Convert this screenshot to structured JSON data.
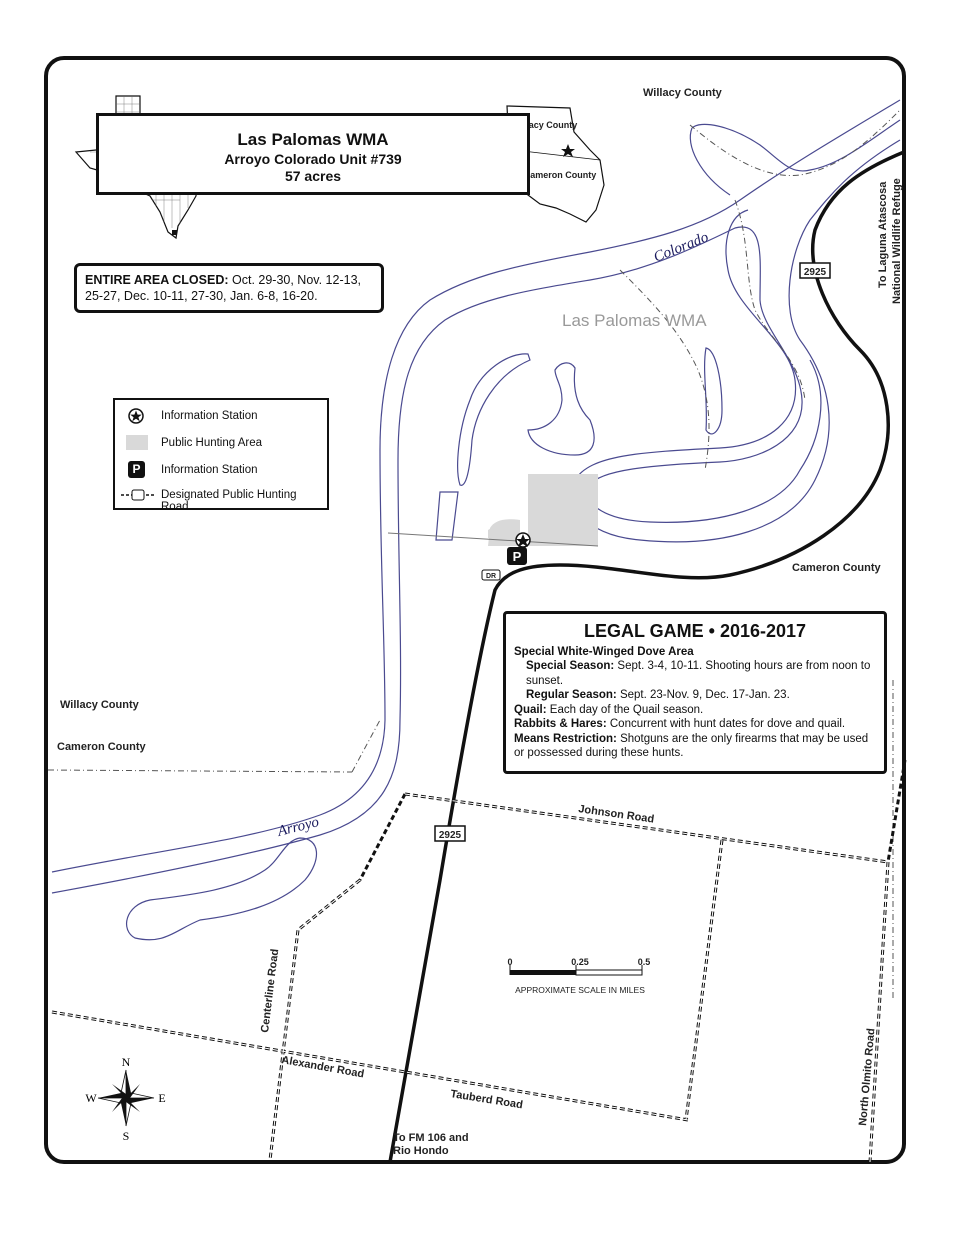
{
  "title": {
    "name": "Las Palomas WMA",
    "unit": "Arroyo Colorado Unit #739",
    "acres": "57 acres"
  },
  "inset": {
    "willacy": "Willacy County",
    "cameron": "Cameron County"
  },
  "closure": {
    "label": "ENTIRE AREA CLOSED:",
    "dates": " Oct. 29-30, Nov. 12-13, 25-27, Dec. 10-11, 27-30, Jan. 6-8, 16-20."
  },
  "legend": {
    "items": [
      {
        "icon": "star-circle-icon",
        "label": "Information Station"
      },
      {
        "icon": "gray-square-icon",
        "label": "Public Hunting Area"
      },
      {
        "icon": "parking-p-icon",
        "label": "Information Station"
      },
      {
        "icon": "dashed-road-icon",
        "label": "Designated Public Hunting Road"
      }
    ]
  },
  "game": {
    "title": "LEGAL GAME • 2016-2017",
    "area": "Special White-Winged Dove Area",
    "special_label": "Special Season:",
    "special_text": " Sept. 3-4, 10-11.  Shooting hours are from noon to sunset.",
    "regular_label": "Regular Season:",
    "regular_text": " Sept. 23-Nov. 9, Dec. 17-Jan. 23.",
    "quail_label": "Quail:",
    "quail_text": " Each day of the Quail season.",
    "rabbits_label": "Rabbits & Hares:",
    "rabbits_text": " Concurrent with hunt dates for dove and quail.",
    "means_label": "Means Restriction:",
    "means_text": " Shotguns are the only firearms that may be used or possessed during these hunts."
  },
  "labels": {
    "willacy_top": "Willacy County",
    "laguna_1": "To Laguna Atascosa",
    "laguna_2": "National Wildlife Refuge",
    "hwy_2925": "2925",
    "colorado": "Colorado",
    "wma": "Las Palomas WMA",
    "cameron_right": "Cameron County",
    "willacy_left": "Willacy County",
    "cameron_left": "Cameron County",
    "arroyo": "Arroyo",
    "johnson": "Johnson Road",
    "centerline": "Centerline Road",
    "alexander": "Alexander Road",
    "tauberd": "Tauberd Road",
    "north_olmito": "North Olmito Road",
    "fm106_1": "To FM 106 and",
    "fm106_2": "Rio Hondo",
    "dr": "DR"
  },
  "scale": {
    "t0": "0",
    "t1": "0.25",
    "t2": "0.5",
    "caption": "APPROXIMATE SCALE IN MILES"
  },
  "compass": {
    "n": "N",
    "s": "S",
    "e": "E",
    "w": "W"
  },
  "colors": {
    "river": "#4a4a90",
    "hunt_area": "#d9d9d9",
    "road": "#111111"
  }
}
